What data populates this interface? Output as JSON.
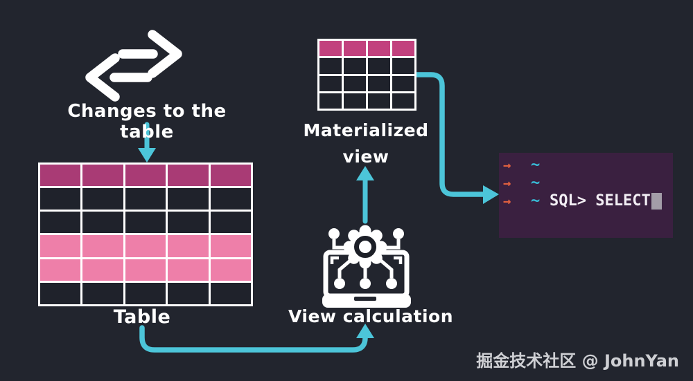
{
  "canvas": {
    "background": "#22252e",
    "accent": "#4cc5d9"
  },
  "labels": {
    "changes": "Changes to the table",
    "table": "Table",
    "materialized_view_line1": "Materialized",
    "materialized_view_line2": "view",
    "view_calculation": "View calculation"
  },
  "source_table": {
    "columns": 5,
    "row_colors": [
      "header",
      "dark",
      "dark",
      "pink",
      "pink",
      "dark"
    ]
  },
  "materialized_view_table": {
    "columns": 4,
    "row_colors": [
      "header",
      "dark",
      "dark",
      "dark"
    ]
  },
  "terminal": {
    "lines": [
      {
        "arrow": "→",
        "tilde": "~",
        "command": "",
        "cursor": false
      },
      {
        "arrow": "→",
        "tilde": "~",
        "command": "",
        "cursor": false
      },
      {
        "arrow": "→",
        "tilde": "~",
        "command": "SQL> SELECT",
        "cursor": true
      }
    ]
  },
  "colors": {
    "table_header": "#a93b75",
    "mv_header": "#c2417e",
    "pink_row": "#ee7fa9",
    "dark_cell": "#1f222b",
    "cell_border": "#ffffff",
    "terminal_bg": "#3a2040",
    "terminal_arrow": "#e0603f",
    "terminal_tilde": "#38bdd8",
    "terminal_text": "#f2eef4",
    "terminal_cursor": "#a39da8"
  },
  "icons": {
    "sync": "sync-arrows-icon",
    "view_calculation": "gear-laptop-icon"
  },
  "watermark": "掘金技术社区 @ JohnYan"
}
